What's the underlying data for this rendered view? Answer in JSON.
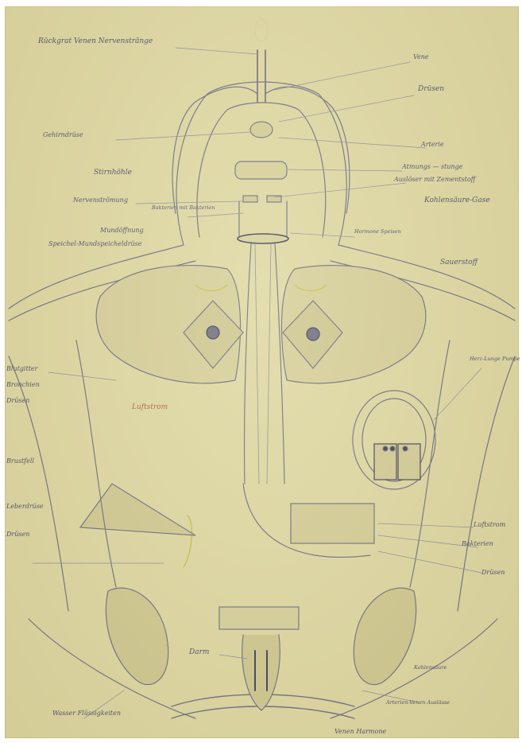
{
  "labels": {
    "spine": "Rückgrat Venen Nervenstränge",
    "vene": "Vene",
    "druesen_top": "Drüsen",
    "gehirndruese": "Gehirndrüse",
    "arterie": "Arterie",
    "stirnhoehle": "Stirnhöhle",
    "atmung": "Atmungs — stunge",
    "ausloeser": "Auslöser mit Zementstoff",
    "kohlensaeure": "Kohlensäure-Gase",
    "nervenstroemung": "Nervenströmung",
    "mit_bakterien": "Bakterien mit Bakterien",
    "mundoeffnung": "Mundöffnung",
    "speichel": "Speichel-Mundspeicheldrüse",
    "sauerstoff": "Sauerstoff",
    "hormone_speisen": "Hormone Speisen",
    "blutgitter": "Blutgitter",
    "bronchien": "Bronchien",
    "druesen_left": "Drüsen",
    "brustfell": "Brustfell",
    "luftstrom": "Luftstrom",
    "herz_lunge": "Herz-Lunge Pumpe",
    "leberdruese": "Leberdrüse",
    "druesen_left2": "Drüsen",
    "luftstrom_right": "Luftstrom",
    "bakterien_right": "Bakterien",
    "druesen_right": "Drüsen",
    "darm": "Darm",
    "kohlensaeure_bottom": "Kohlensäure",
    "arterien_venen": "Arterien-Venen Auslässe",
    "wasser": "Wasser Flüssigkeiten",
    "venen_harmone": "Venen Harmone"
  },
  "colors": {
    "paper": "#ded7a1",
    "ink": "#4a4a68",
    "pencil": "#7b7a85",
    "yellow": "#c6c24a",
    "red": "#b05a40"
  }
}
